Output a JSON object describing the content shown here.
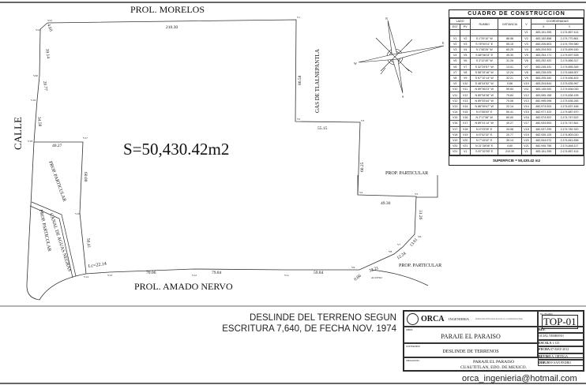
{
  "streets": {
    "north": "PROL. MORELOS",
    "south": "PROL. AMADO NERVO",
    "west": "CALLE",
    "east": "GAS DE TLALNEPANTLA"
  },
  "area": "S=50,430.42m2",
  "labels": {
    "prop1": "PROP. PARTICULAR",
    "prop2": "PROP. PARTICULAR",
    "prop3": "PROP. PARTICULAR",
    "prop4": "PROP. PARTICULAR",
    "canal": "CANAL DE AGUAS NEGRAS",
    "acceso": "ACCESO",
    "curve": "Lc=22.14"
  },
  "distances": {
    "d1": "210.30",
    "d2": "86.58",
    "d3": "55.15",
    "d4": "60.25",
    "d5": "49.30",
    "d6": "31.26",
    "d7": "13.01",
    "d8": "12.24",
    "d9": "32.21",
    "d10": "0.66",
    "d11": "59.84",
    "d12": "79.84",
    "d13": "70.06",
    "d14": "50.41",
    "d15": "60.00",
    "d16": "40.27",
    "d17": "34.58",
    "d18": "20.77",
    "d19": "39.14",
    "d20": "4.60"
  },
  "vertices": {
    "v1": "V1",
    "v2": "V2",
    "v3": "V3",
    "v4": "V4",
    "v5": "V5",
    "v6": "V6",
    "v7": "V7",
    "v8": "V8",
    "v9": "V9",
    "v11": "V11",
    "v12": "V12",
    "v13": "V13",
    "v14": "V14",
    "v15": "V15",
    "v16": "V16",
    "v17": "V17",
    "v18": "V18",
    "v19": "V19",
    "v20": "V20",
    "v21": "V21",
    "v22": "V22"
  },
  "compass": {
    "n": "N",
    "s": "S",
    "e": "E",
    "w": "W"
  },
  "table": {
    "title": "CUADRO DE CONSTRUCCION",
    "headers": [
      "LADO",
      "RUMBO",
      "DISTANCIA",
      "V",
      "COORDENADAS"
    ],
    "sub_headers": [
      "EST",
      "PV",
      "X",
      "Y"
    ],
    "rows": [
      [
        "",
        "",
        "",
        "",
        "V1",
        "483,151.255",
        "2,174,857.414"
      ],
      [
        "V1",
        "V2",
        "S 1°29'10\" W",
        "86.58",
        "V2",
        "483,152.858",
        "2,174,770.861"
      ],
      [
        "V2",
        "V3",
        "S 78°00'11\" E",
        "55.15",
        "V3",
        "483,206.803",
        "2,174,759.380"
      ],
      [
        "V3",
        "V4",
        "S 1°48'26\" W",
        "60.25",
        "V4",
        "483,204.903",
        "2,174,699.160"
      ],
      [
        "V4",
        "V5",
        "S 88°06'01\" E",
        "49.30",
        "V5",
        "483,254.171",
        "2,174,697.528"
      ],
      [
        "V5",
        "V6",
        "S 3°12'49\" W",
        "31.26",
        "V6",
        "483,252.420",
        "2,174,666.317"
      ],
      [
        "V6",
        "V7",
        "S 32°29'57\" W",
        "13.01",
        "V7",
        "483,245.431",
        "2,174,655.345"
      ],
      [
        "V7",
        "V8",
        "S 58°15'16\" W",
        "12.24",
        "V8",
        "483,235.025",
        "2,174,648.907"
      ],
      [
        "V8",
        "V9",
        "S 67°10'14\" W",
        "32.21",
        "V9",
        "483,205.340",
        "2,174,636.402"
      ],
      [
        "V9",
        "V10",
        "S 48°44'52\" W",
        "0.66",
        "V10",
        "483,204.844",
        "2,174,635.967"
      ],
      [
        "V10",
        "V11",
        "N 89°56'23\" W",
        "59.84",
        "V11",
        "483,145.000",
        "2,174,636.030"
      ],
      [
        "V11",
        "V12",
        "N 89°54'36\" W",
        "79.84",
        "V12",
        "483,065.158",
        "2,174,636.155"
      ],
      [
        "V12",
        "V13",
        "N 89°53'44\" W",
        "70.06",
        "V13",
        "482,995.098",
        "2,174,636.283"
      ],
      [
        "V13",
        "V14",
        "N 86°59'47\" W",
        "22.14",
        "V14",
        "482,973.003",
        "2,174,637.446"
      ],
      [
        "V14",
        "V15",
        "N 4°55'00\" E",
        "50.41",
        "V15",
        "482,977.323",
        "2,174,687.670"
      ],
      [
        "V15",
        "V16",
        "N 2°17'38\" W",
        "60.00",
        "V16",
        "482,974.922",
        "2,174,747.622"
      ],
      [
        "V16",
        "V17",
        "N 89°41'14\" W",
        "40.27",
        "V17",
        "482,934.653",
        "2,174,747.841"
      ],
      [
        "V17",
        "V18",
        "N 4°23'05\" E",
        "34.58",
        "V18",
        "482,937.299",
        "2,174,782.320"
      ],
      [
        "V18",
        "V19",
        "N 5°02'32\" E",
        "20.77",
        "V19",
        "482,939.125",
        "2,174,803.010"
      ],
      [
        "V19",
        "V20",
        "N 7°15'42\" E",
        "39.14",
        "V20",
        "482,944.072",
        "2,174,841.836"
      ],
      [
        "V20",
        "V21",
        "N 21°28'06\" E",
        "4.60",
        "V21",
        "482,945.756",
        "2,174,846.117"
      ],
      [
        "V21",
        "V1",
        "S 87°02'59\" E",
        "210.30",
        "V1",
        "483,151.255",
        "2,174,857.414"
      ]
    ],
    "surface": "SUPERFICIE = 50,430.42 m2"
  },
  "notes": {
    "line1": "DESLINDE DEL TERRENO SEGUN",
    "line2": "ESCRITURA 7,640, DE FECHA NOV. 1974"
  },
  "title_block": {
    "company": "ORCA",
    "company_sub": "INGENIERIA",
    "tagline": "SERVICIOS INTEGRALES PARA LA CONSTRUCCION",
    "plan_label": "No. PLANO",
    "plan_no": "TOP-01",
    "obra_label": "OBRA",
    "obra": "PARAJE EL PARAISO",
    "ref_label": "REF.",
    "ref": "OCIAL/TERRENO",
    "contenido_label": "CONTENIDO",
    "contenido": "DESLINDE DE TERRENOS",
    "escala_label": "ESCALA",
    "escala": "1:125",
    "fecha_label": "FECHA",
    "fecha": "07-MAY-2012",
    "reviso_label": "REVISO",
    "reviso": "A. ORTEGA",
    "dibujo_label": "DIBUJO",
    "dibujo": "F.SAN PEDRO",
    "ubicacion_label": "UBICACION",
    "ubicacion1": "PARAJE EL PARAISO",
    "ubicacion2": "CUAUTITLAN, EDO. DE MEXICO."
  },
  "email": "orca_ingenieria@hotmail.com"
}
